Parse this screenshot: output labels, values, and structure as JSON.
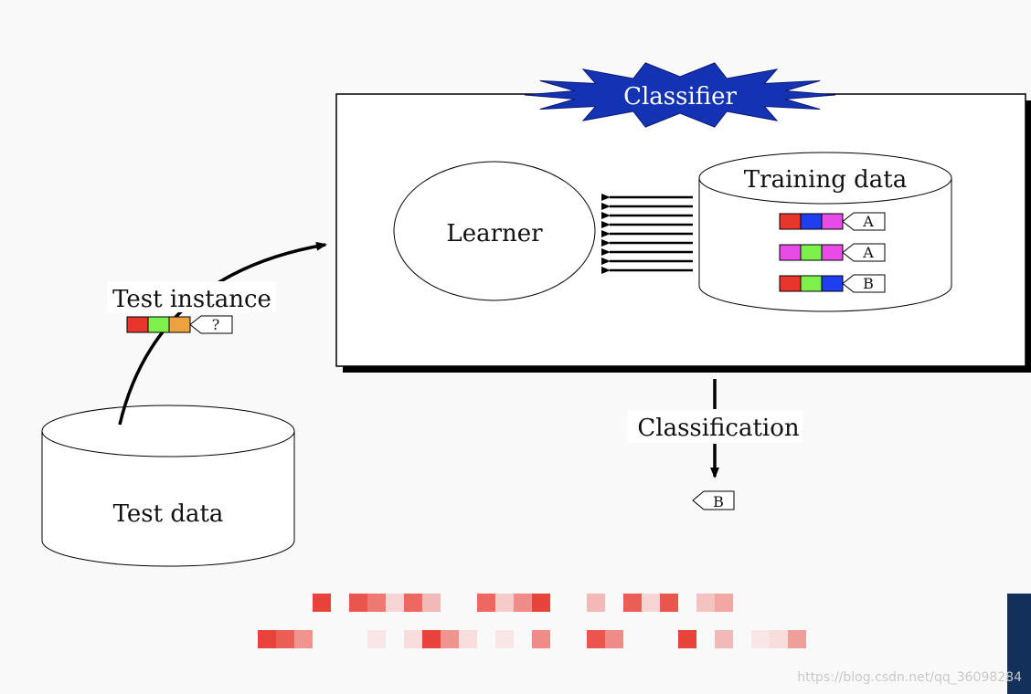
{
  "labels": {
    "classifier": "Classifier",
    "learner": "Learner",
    "training_data": "Training data",
    "test_instance": "Test instance",
    "test_data": "Test data",
    "classification": "Classification",
    "test_instance_tag": "?",
    "result_tag": "B"
  },
  "training_rows": [
    {
      "colors": [
        "#e8362c",
        "#1f3ef0",
        "#e84be6"
      ],
      "tag": "A"
    },
    {
      "colors": [
        "#e84be6",
        "#7df04b",
        "#e84be6"
      ],
      "tag": "A"
    },
    {
      "colors": [
        "#e8362c",
        "#7df04b",
        "#1f3ef0"
      ],
      "tag": "B"
    }
  ],
  "test_instance_colors": [
    "#e8362c",
    "#7df04b",
    "#eea23f"
  ],
  "colors": {
    "starburst": "#1432b4",
    "corner_block": "#12305a"
  },
  "watermark": "https://blog.csdn.net/qq_36098284"
}
